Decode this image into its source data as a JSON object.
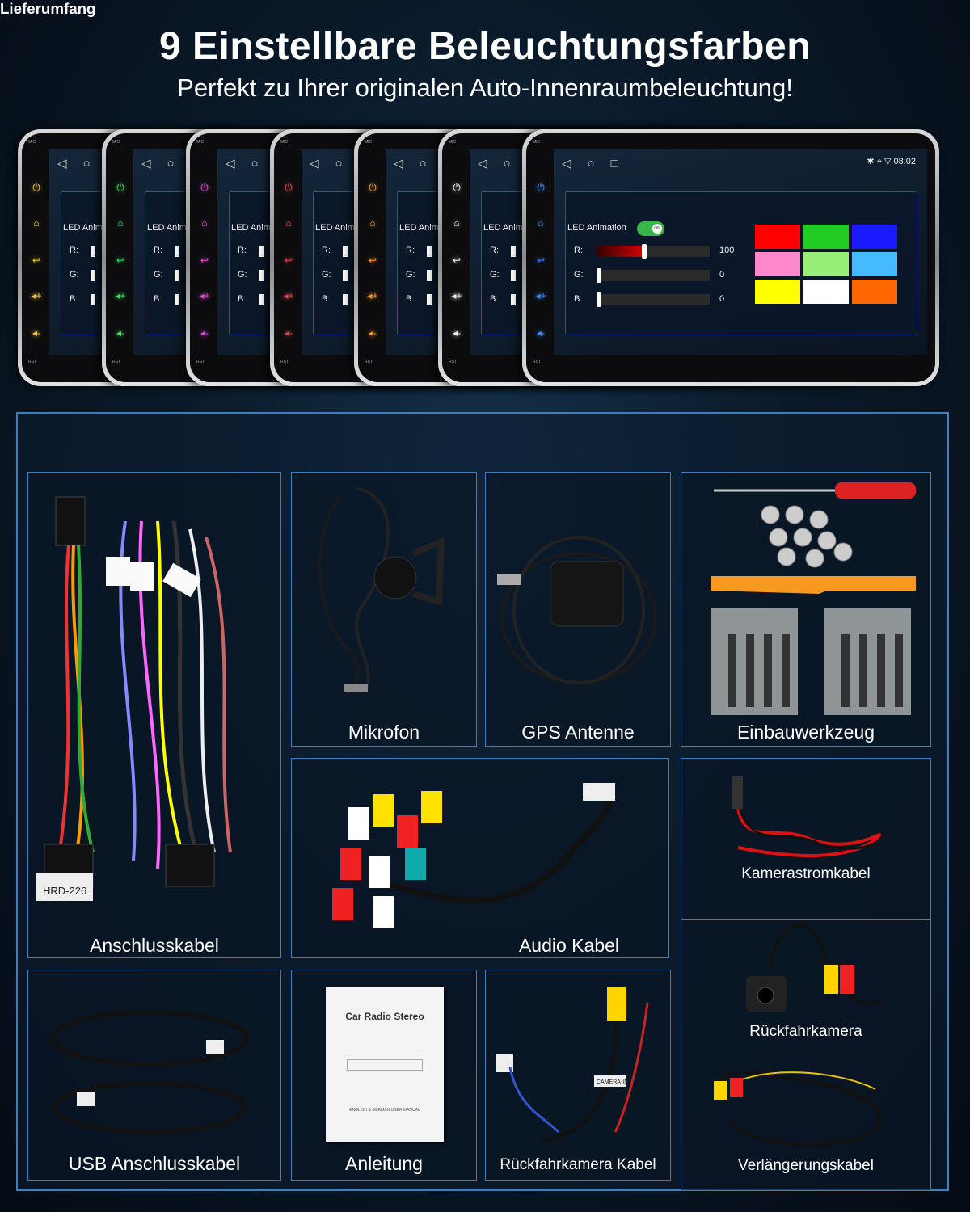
{
  "headline": {
    "title": "9 Einstellbare Beleuchtungsfarben",
    "subtitle": "Perfekt zu Ihrer originalen Auto-Innenraumbeleuchtung!"
  },
  "head_units": {
    "side_key_colors": [
      "#f5c542",
      "#3ddc5a",
      "#e24cd8",
      "#e04848",
      "#ff9a2e",
      "#f0f0f0",
      "#3b8cff"
    ],
    "mic_label": "MIC",
    "rst_label": "RST",
    "panel_label_partial": "LED Anim",
    "front": {
      "clock": "08:02",
      "led_label": "LED Animation",
      "toggle_label": "ON",
      "r_label": "R:",
      "g_label": "G:",
      "b_label": "B:",
      "r_value": "100",
      "g_value": "0",
      "b_value": "0",
      "r_fraction": 0.4,
      "swatch_colors": [
        "#ff0000",
        "#22cc22",
        "#1a1aff",
        "#ff88cc",
        "#99ee77",
        "#44bbff",
        "#ffff00",
        "#ffffff",
        "#ff6600"
      ]
    }
  },
  "delivery": {
    "title": "Lieferumfang",
    "items": {
      "anschlusskabel": "Anschlusskabel",
      "mikrofon": "Mikrofon",
      "gps": "GPS Antenne",
      "einbau": "Einbauwerkzeug",
      "audio": "Audio Kabel",
      "kamerastrom": "Kamerastromkabel",
      "rueckfahrkamera": "Rückfahrkamera",
      "usb": "USB Anschlusskabel",
      "anleitung": "Anleitung",
      "rk_kabel": "Rückfahrkamera Kabel",
      "verlaengerung": "Verlängerungskabel"
    },
    "manual_title": "Car Radio Stereo",
    "manual_footer": "ENGLISH & GERMAN USER MANUAL",
    "harness_tag": "HRD-226",
    "camera_tag": "CAMERA-IN"
  }
}
